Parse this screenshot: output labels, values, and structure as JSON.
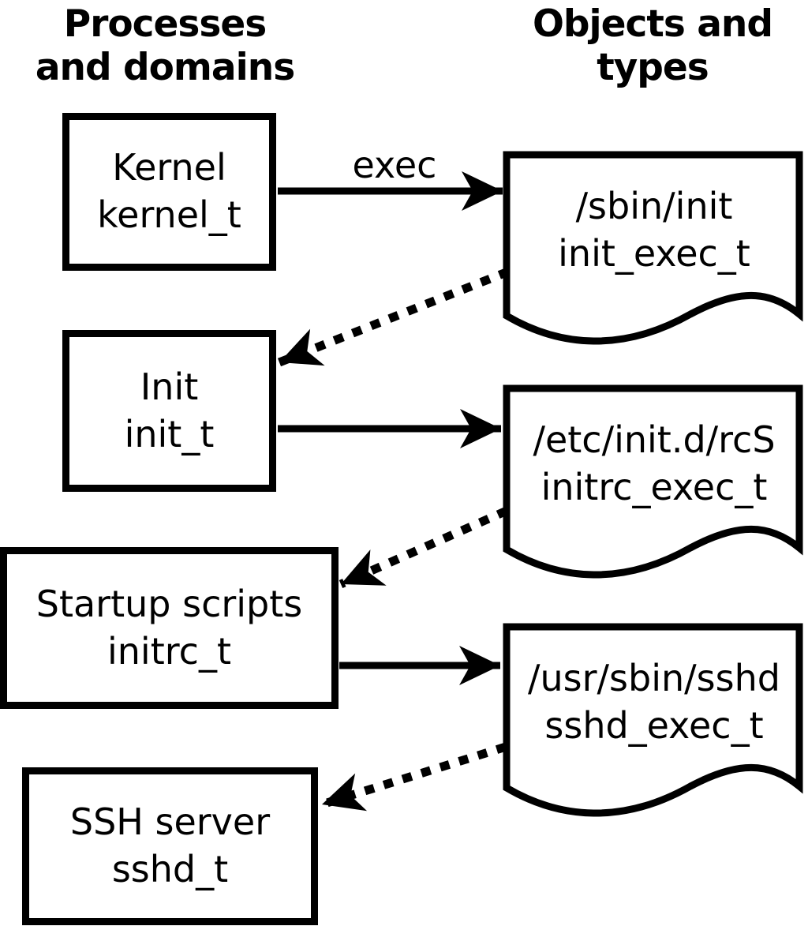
{
  "headers": {
    "left": {
      "line1": "Processes",
      "line2": "and domains"
    },
    "right": {
      "line1": "Objects and",
      "line2": "types"
    }
  },
  "edge_labels": {
    "exec": "exec"
  },
  "processes": [
    {
      "label": "Kernel",
      "domain": "kernel_t"
    },
    {
      "label": "Init",
      "domain": "init_t"
    },
    {
      "label": "Startup scripts",
      "domain": "initrc_t"
    },
    {
      "label": "SSH server",
      "domain": "sshd_t"
    }
  ],
  "objects": [
    {
      "path": "/sbin/init",
      "type": "init_exec_t"
    },
    {
      "path": "/etc/init.d/rcS",
      "type": "initrc_exec_t"
    },
    {
      "path": "/usr/sbin/sshd",
      "type": "sshd_exec_t"
    }
  ],
  "colors": {
    "foreground": "#000000",
    "background": "#ffffff"
  }
}
